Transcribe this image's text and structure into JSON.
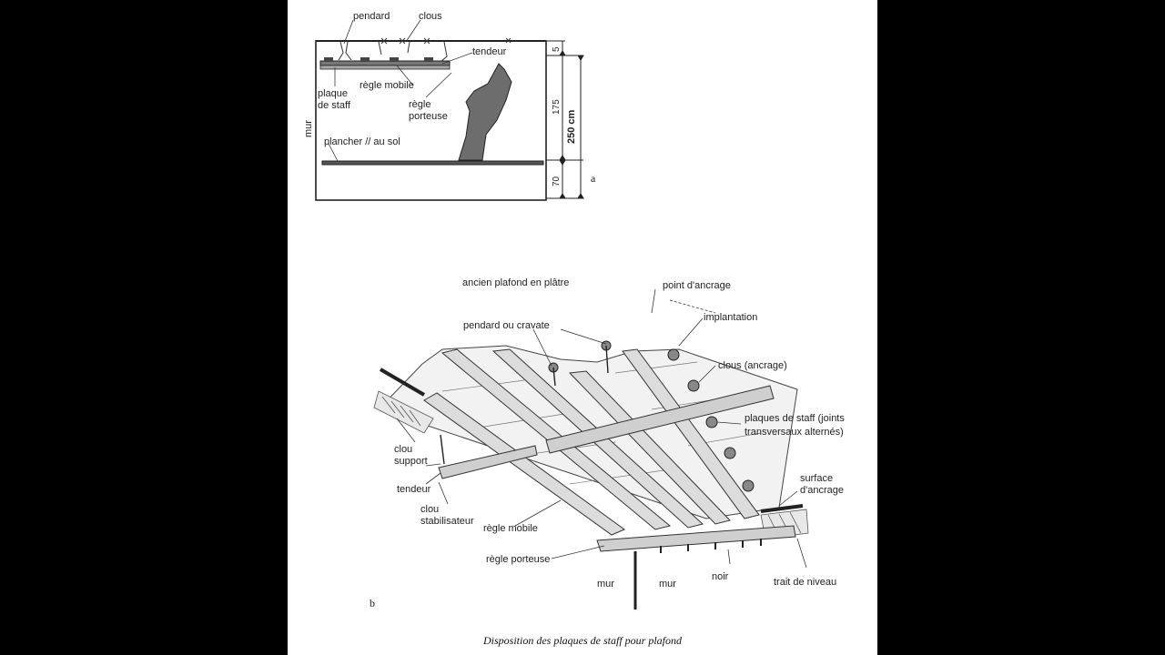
{
  "figure_a": {
    "letter": "a",
    "labels": {
      "pendard": "pendard",
      "clous": "clous",
      "tendeur": "tendeur",
      "plaque_de_staff": "plaque\nde staff",
      "regle_mobile": "règle mobile",
      "regle_porteuse": "règle\nporteuse",
      "mur": "mur",
      "plancher": "plancher // au sol"
    },
    "dimensions": {
      "d5": "5",
      "d175": "175",
      "d70": "70",
      "total": "250 cm"
    }
  },
  "figure_b": {
    "letter": "b",
    "labels": {
      "ancien_plafond": "ancien plafond en plâtre",
      "point_ancrage": "point d'ancrage",
      "implantation": "implantation",
      "pendard_cravate": "pendard ou cravate",
      "clous_ancrage": "clous (ancrage)",
      "plaques_staff_1": "plaques de staff (joints",
      "plaques_staff_2": "transversaux alternés)",
      "surface_ancrage": "surface\nd'ancrage",
      "clou_support": "clou\nsupport",
      "tendeur": "tendeur",
      "clou_stabilisateur": "clou\nstabilisateur",
      "regle_mobile": "règle mobile",
      "regle_porteuse": "règle porteuse",
      "mur_left": "mur",
      "mur_right": "mur",
      "noir": "noir",
      "trait_de_niveau": "trait de niveau"
    }
  },
  "caption": "Disposition des plaques de staff pour plafond"
}
